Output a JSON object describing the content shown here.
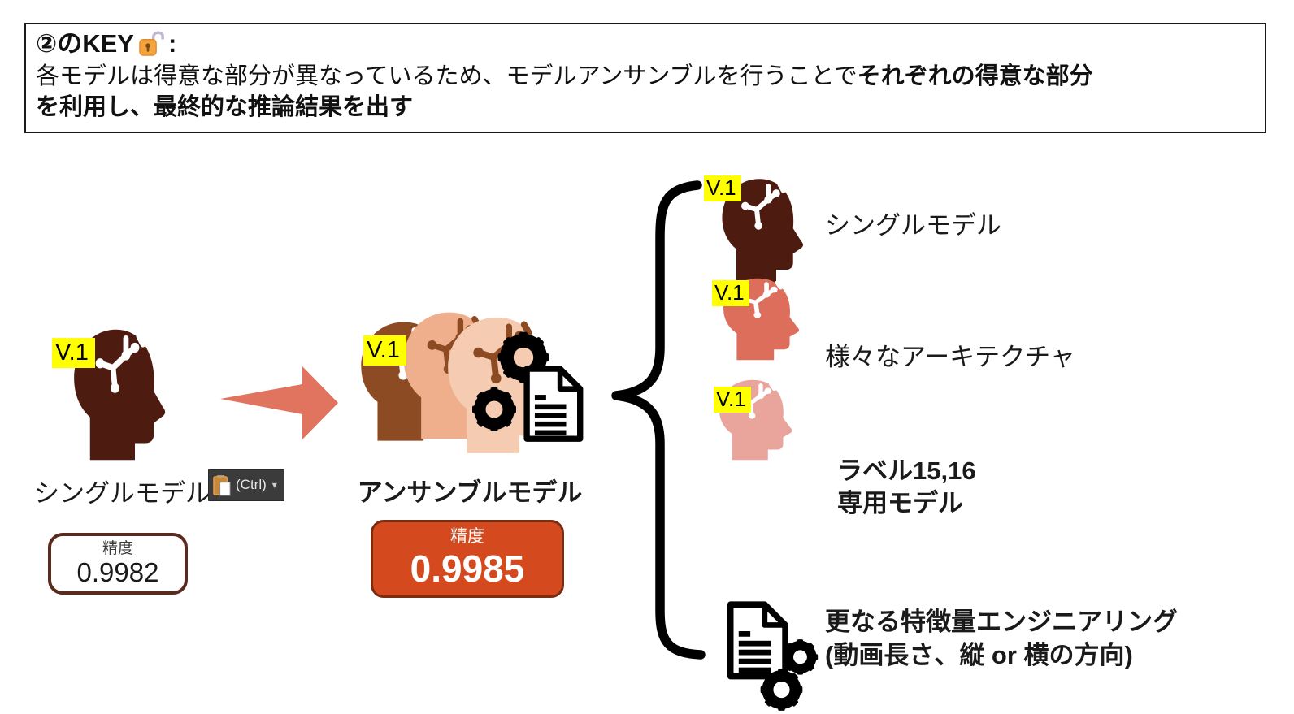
{
  "header": {
    "title": "②のKEY",
    "title_colon": ":",
    "body_regular": "各モデルは得意な部分が異なっているため、モデルアンサンブルを行うことで",
    "body_bold": "それぞれの得意な部分",
    "body_line2_bold": "を利用し、最終的な推論結果を出す"
  },
  "single_model": {
    "version_tag": "V.1",
    "label": "シングルモデル",
    "accuracy_label": "精度",
    "accuracy_value": "0.9982"
  },
  "paste_popup": {
    "label": "(Ctrl)",
    "dropdown_arrow": "▾"
  },
  "ensemble_model": {
    "version_tag": "V.1",
    "label": "アンサンブルモデル",
    "accuracy_label": "精度",
    "accuracy_value": "0.9985"
  },
  "branches": {
    "single": {
      "version_tag": "V.1",
      "label": "シングルモデル"
    },
    "architectures": {
      "version_tag": "V.1",
      "label": "様々なアーキテクチャ"
    },
    "label_specific": {
      "version_tag": "V.1",
      "label_line1": "ラベル15,16",
      "label_line2": "専用モデル"
    },
    "feature_engineering": {
      "label_line1": "更なる特徴量エンジニアリング",
      "label_line2": "(動画長さ、縦 or 横の方向)"
    }
  },
  "colors": {
    "dark_head": "#4E1B10",
    "salmon_head": "#DD6E5B",
    "pink_head": "#E9A49C",
    "ensemble_back_head": "#8C4B22",
    "ensemble_mid_head": "#EFAF8C",
    "ensemble_front_head": "#F5CBB1",
    "arrow": "#E0745F",
    "accuracy_badge_fill": "#D44A1E",
    "accuracy_badge_border": "#7B2D12",
    "version_tag_bg": "#FFFF00"
  }
}
